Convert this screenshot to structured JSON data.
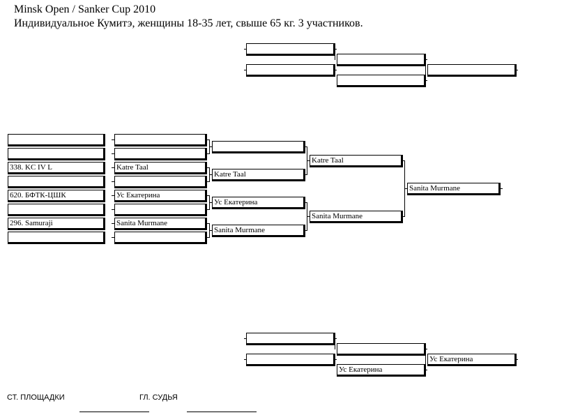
{
  "header": {
    "line1": "Minsk Open / Sanker Cup 2010",
    "line2": "Индивидуальное Кумитэ, женщины 18-35 лет, свыше  65 кг. 3 участников."
  },
  "main_bracket": {
    "clubs": [
      "",
      "",
      "338. KC IV L",
      "",
      "620. БФТК-ЦШК",
      "",
      "296. Samuraji",
      ""
    ],
    "round1": [
      "",
      "",
      "Katre Taal",
      "",
      "Ус Екатерина",
      "",
      "Sanita Murmane",
      ""
    ],
    "round2": [
      "",
      "Katre Taal",
      "Ус Екатерина",
      "Sanita Murmane"
    ],
    "semifinal": [
      "Katre Taal",
      "Sanita Murmane"
    ],
    "final": "Sanita Murmane"
  },
  "top_repechage": {
    "entries": [
      "",
      ""
    ],
    "round": [
      "",
      ""
    ],
    "winner": ""
  },
  "bottom_repechage": {
    "entries": [
      "",
      ""
    ],
    "round": [
      "",
      "Ус Екатерина"
    ],
    "winner": "Ус Екатерина"
  },
  "footer": {
    "site_chief_label": "СТ. ПЛОЩАДКИ",
    "chief_judge_label": "ГЛ. СУДЬЯ"
  }
}
